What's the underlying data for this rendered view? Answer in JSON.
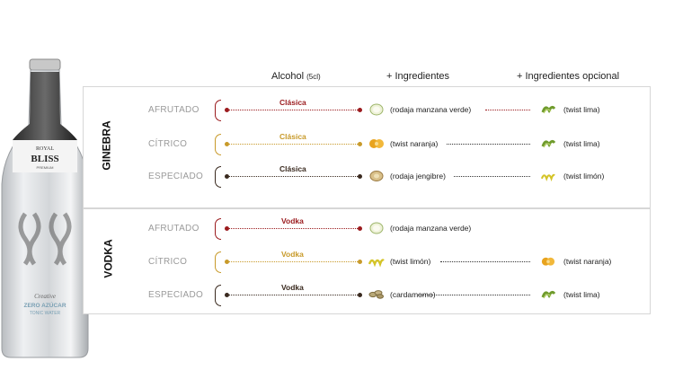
{
  "headers": {
    "alcohol": "Alcohol",
    "alcohol_unit": "(5cl)",
    "ingredients": "+ Ingredientes",
    "optional": "+ Ingredientes opcional"
  },
  "bottle": {
    "brand_top": "ROYAL",
    "brand_name": "BLISS",
    "brand_sub": "PREMIUM",
    "script": "Creative",
    "line1": "ZERO AZÚCAR",
    "line2": "TONIC WATER"
  },
  "colors": {
    "red": "#9b1b1e",
    "orange": "#c89a2a",
    "dark": "#3a2a1f"
  },
  "sections": [
    {
      "name": "GINEBRA",
      "rows": [
        {
          "variant": "AFRUTADO",
          "alcohol": "Clásica",
          "color": "red",
          "icon": "apple-slice-icon",
          "ingredient": "(rodaja manzana verde)",
          "opt_icon": "lime-twist-icon",
          "optional": "(twist lima)"
        },
        {
          "variant": "CÍTRICO",
          "alcohol": "Clásica",
          "color": "orange",
          "icon": "orange-twist-icon",
          "ingredient": "(twist naranja)",
          "opt_icon": "lime-twist-icon",
          "optional": "(twist lima)"
        },
        {
          "variant": "ESPECIADO",
          "alcohol": "Clásica",
          "color": "dark",
          "icon": "ginger-slice-icon",
          "ingredient": "(rodaja jengibre)",
          "opt_icon": "lemon-twist-icon",
          "optional": "(twist limón)"
        }
      ]
    },
    {
      "name": "VODKA",
      "rows": [
        {
          "variant": "AFRUTADO",
          "alcohol": "Vodka",
          "color": "red",
          "icon": "apple-slice-icon",
          "ingredient": "(rodaja manzana verde)",
          "opt_icon": "",
          "optional": ""
        },
        {
          "variant": "CÍTRICO",
          "alcohol": "Vodka",
          "color": "orange",
          "icon": "lemon-twist-icon",
          "ingredient": "(twist limón)",
          "opt_icon": "orange-twist-icon",
          "optional": "(twist naranja)"
        },
        {
          "variant": "ESPECIADO",
          "alcohol": "Vodka",
          "color": "dark",
          "icon": "cardamom-icon",
          "ingredient": "(cardamomo)",
          "opt_icon": "lime-twist-icon",
          "optional": "(twist lima)"
        }
      ]
    }
  ]
}
